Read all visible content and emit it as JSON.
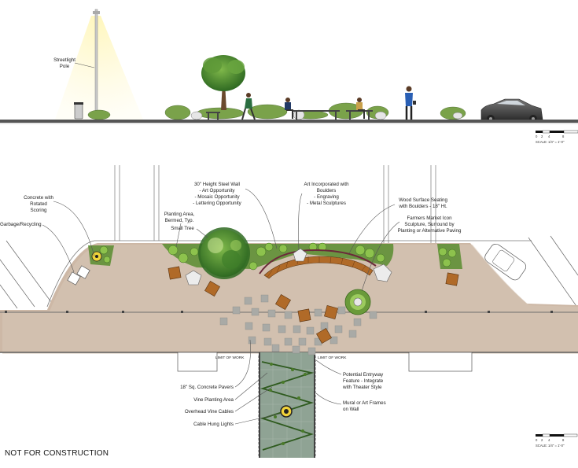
{
  "elevation": {
    "streetlight_label": [
      "Streetlight",
      "Pole"
    ]
  },
  "scale_bar": {
    "ticks": [
      "0",
      "2",
      "4",
      "8"
    ],
    "label": "SCALE: 1/4\" = 1'-0\""
  },
  "plan": {
    "limit_of_work": "LIMIT OF WORK",
    "callouts_top": [
      {
        "id": "concrete",
        "lines": [
          "Concrete with",
          "Rotated",
          "Scoring"
        ]
      },
      {
        "id": "garbage",
        "lines": [
          "Garbage/Recycling"
        ]
      },
      {
        "id": "planting",
        "lines": [
          "Planting Area,",
          "Bermed, Typ."
        ]
      },
      {
        "id": "small-tree",
        "lines": [
          "Small Tree"
        ]
      },
      {
        "id": "steel-wall",
        "lines": [
          "30\" Height Steel Wall",
          "- Art Opportunity",
          "- Mosaic Opportunity",
          "- Lettering Opportunity"
        ]
      },
      {
        "id": "boulders",
        "lines": [
          "Art Incorporated with",
          "Boulders",
          "- Engraving",
          "- Metal Sculptures"
        ]
      },
      {
        "id": "seating",
        "lines": [
          "Wood Surface Seating",
          "with Boulders - 18\" Ht."
        ]
      },
      {
        "id": "market",
        "lines": [
          "Farmers Market Icon",
          "Sculpture, Surround by",
          "Planting or Alternative Paving"
        ]
      }
    ],
    "callouts_bottom": [
      {
        "id": "pavers",
        "lines": [
          "18\" Sq. Concrete Pavers"
        ]
      },
      {
        "id": "vine-area",
        "lines": [
          "Vine Planting Area"
        ]
      },
      {
        "id": "vine-cables",
        "lines": [
          "Overhead Vine Cables"
        ]
      },
      {
        "id": "cable-lights",
        "lines": [
          "Cable Hung Lights"
        ]
      },
      {
        "id": "entryway",
        "lines": [
          "Potential Entryway",
          "Feature - Integrate",
          "with Theater Style"
        ]
      },
      {
        "id": "mural",
        "lines": [
          "Mural or Art Frames",
          "on Wall"
        ]
      }
    ]
  },
  "footer": {
    "disclaimer": "NOT FOR CONSTRUCTION"
  },
  "colors": {
    "paving": "#c9b4a3",
    "paver": "#a9aaa6",
    "planting": "#6a9a3a",
    "bench": "#b06a28",
    "alley": "#8fa394"
  }
}
